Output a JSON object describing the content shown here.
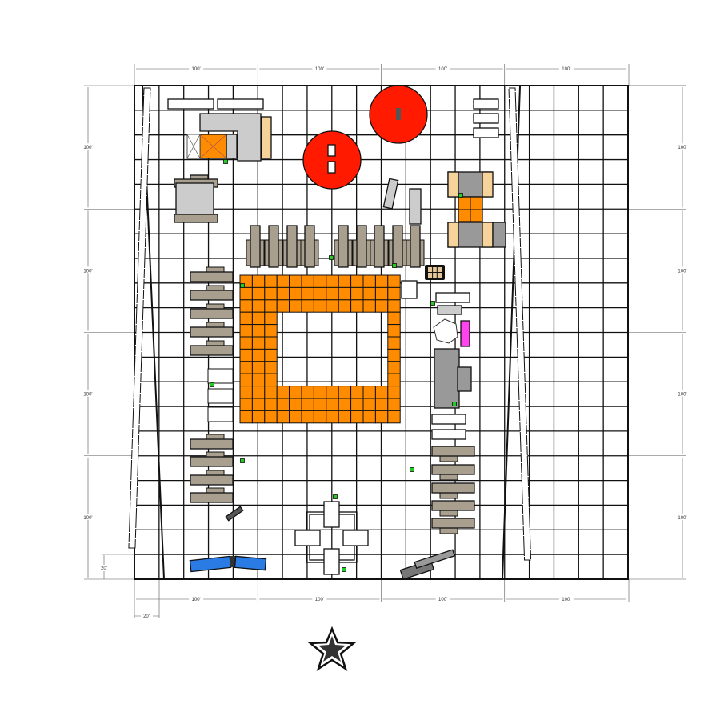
{
  "plan": {
    "grid_columns": 20,
    "grid_rows": 20,
    "dimensions": {
      "top": [
        "100'",
        "100'",
        "100'",
        "100'"
      ],
      "bottom": [
        "100'",
        "100'",
        "100'",
        "100'"
      ],
      "left": [
        "100'",
        "100'",
        "100'",
        "100'"
      ],
      "right": [
        "100'",
        "100'",
        "100'",
        "100'"
      ],
      "left_small": "20'",
      "bottom_small": "20'"
    },
    "colors": {
      "orange": "#ff8c00",
      "red": "#ff1a00",
      "blue": "#2a7be4",
      "tan": "#a89f8f",
      "gray": "#c9c9c9",
      "beige": "#f5d39a",
      "magenta": "#ff44ee",
      "green": "#22cc22"
    }
  }
}
